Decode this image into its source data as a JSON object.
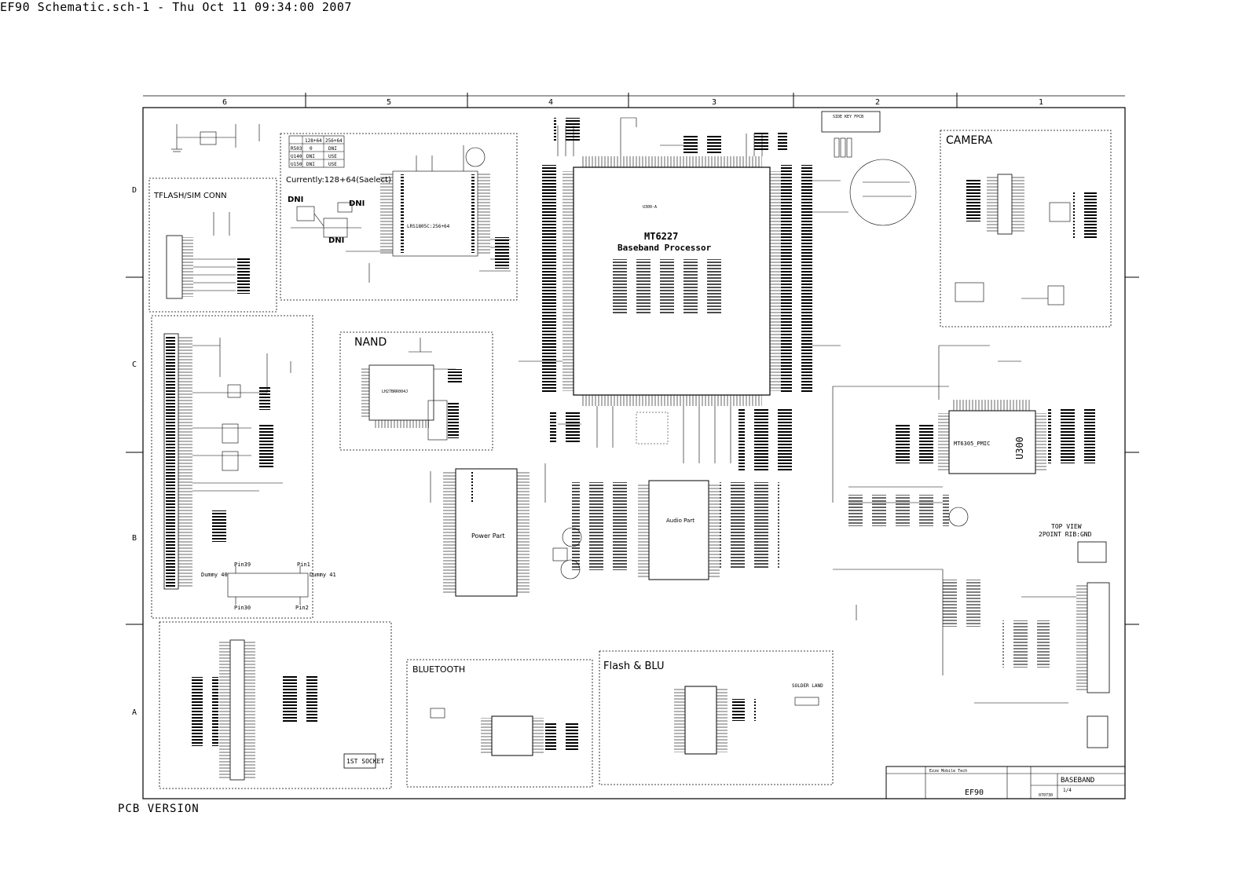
{
  "header": {
    "title": "EF90 Schematic.sch-1 - Thu Oct 11 09:34:00 2007"
  },
  "footer": {
    "pcb_version": "PCB VERSION"
  },
  "border": {
    "columns": [
      "6",
      "5",
      "4",
      "3",
      "2",
      "1"
    ],
    "rows": [
      "D",
      "C",
      "B",
      "A"
    ]
  },
  "blocks": {
    "tflash": "TFLASH/SIM CONN",
    "nand": "NAND",
    "camera": "CAMERA",
    "bluetooth": "BLUETOOTH",
    "flash_blu": "Flash & BLU",
    "side_key": "SIDE KEY FPCB",
    "current_note": "Currently:128+64(Saelect)"
  },
  "processor": {
    "name": "MT6227",
    "subtitle": "Baseband Processor",
    "ref": "U300-A"
  },
  "labels": {
    "pmic": "MT6305_PMIC",
    "u300": "U300",
    "power_part": "Power Part",
    "audio_part": "Audio Part",
    "top_view": "TOP VIEW",
    "point_rib": "2POINT RIB:GND",
    "dni_a": "DNI",
    "dni_b": "DNI",
    "dni_c": "DNI",
    "pin39": "Pin39",
    "pin1": "Pin1",
    "pin30": "Pin30",
    "pin2": "Pin2",
    "dummy40": "Dummy 40",
    "dummy41": "Dummy 41",
    "solder_land": "SOLDER LAND",
    "ist_socket": "1ST SOCKET",
    "nand_chip": "LH27BRR004J",
    "flash_chip": "LRS1805C:256+64"
  },
  "flash_table": {
    "headers": [
      "",
      "128+64",
      "256+64"
    ],
    "rows": [
      [
        "R503",
        "0",
        "DNI"
      ],
      [
        "U140",
        "DNI",
        "USE"
      ],
      [
        "U150",
        "DNI",
        "USE"
      ]
    ]
  },
  "title_block": {
    "company": "Ezze Mobile Tech",
    "sheet_title": "BASEBAND",
    "model": "EF90",
    "page": "1/4",
    "date": "070730"
  }
}
